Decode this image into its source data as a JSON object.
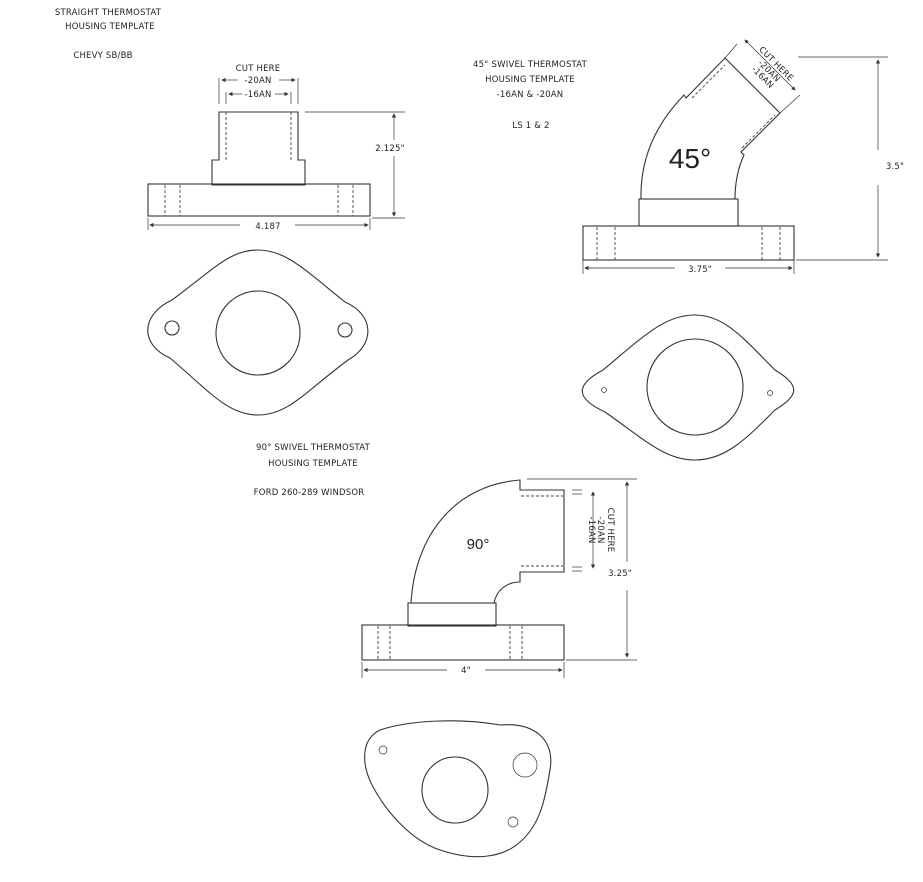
{
  "straight": {
    "title_line1": "STRAIGHT THERMOSTAT",
    "title_line2": "HOUSING TEMPLATE",
    "application": "CHEVY SB/BB",
    "cut_here": "CUT HERE",
    "size_20": "-20AN",
    "size_16": "-16AN",
    "height": "2.125\"",
    "width": "4.187"
  },
  "swivel45": {
    "title_line1": "45° SWIVEL THERMOSTAT",
    "title_line2": "HOUSING TEMPLATE",
    "title_line3": "-16AN & -20AN",
    "application": "LS 1 & 2",
    "angle": "45°",
    "cut_here": "CUT HERE",
    "size_20": "-20AN",
    "size_16": "-16AN",
    "height": "3.5\"",
    "width": "3.75\""
  },
  "swivel90": {
    "title_line1": "90° SWIVEL THERMOSTAT",
    "title_line2": "HOUSING TEMPLATE",
    "application": "FORD 260-289 WINDSOR",
    "angle": "90°",
    "cut_here": "CUT HERE",
    "size_20": "-20AN",
    "size_16": "-16AN",
    "height": "3.25\"",
    "width": "4\""
  }
}
